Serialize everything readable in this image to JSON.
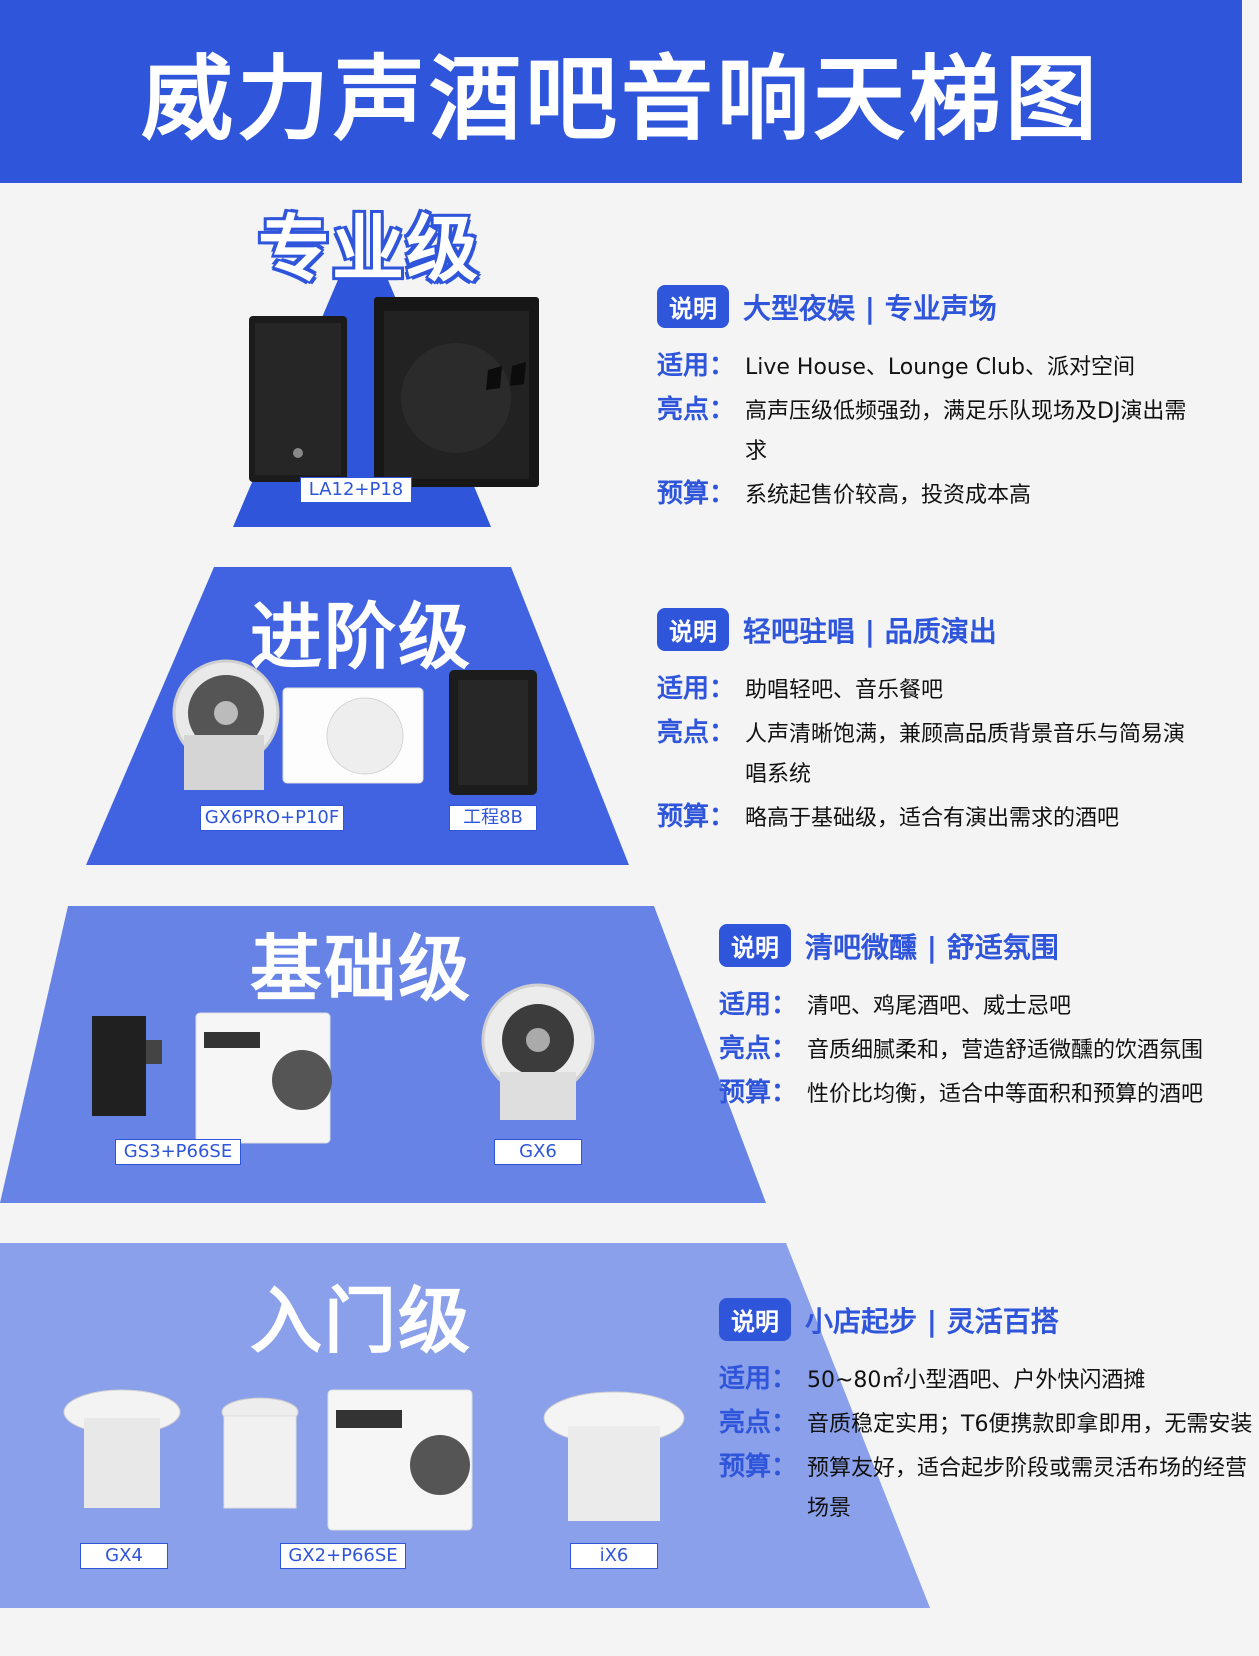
{
  "page_title": "威力声酒吧音响天梯图",
  "colors": {
    "primary": "#2f55db",
    "tier2": "#4163e1",
    "tier3": "#6683e5",
    "tier4": "#8aa0ea"
  },
  "badge_label": "说明",
  "tiers": [
    {
      "title": "专业级",
      "tagline": "大型夜娱 | 专业声场",
      "rows": [
        {
          "key": "适用：",
          "value": "Live House、Lounge Club、派对空间"
        },
        {
          "key": "亮点：",
          "value": "高声压级低频强劲，满足乐队现场及DJ演出需求"
        },
        {
          "key": "预算：",
          "value": "系统起售价较高，投资成本高"
        }
      ],
      "products": [
        "LA12+P18"
      ]
    },
    {
      "title": "进阶级",
      "tagline": "轻吧驻唱 | 品质演出",
      "rows": [
        {
          "key": "适用：",
          "value": "助唱轻吧、音乐餐吧"
        },
        {
          "key": "亮点：",
          "value": "人声清晰饱满，兼顾高品质背景音乐与简易演唱系统"
        },
        {
          "key": "预算：",
          "value": "略高于基础级，适合有演出需求的酒吧"
        }
      ],
      "products": [
        "GX6PRO+P10F",
        "工程8B"
      ]
    },
    {
      "title": "基础级",
      "tagline": "清吧微醺 | 舒适氛围",
      "rows": [
        {
          "key": "适用：",
          "value": "清吧、鸡尾酒吧、威士忌吧"
        },
        {
          "key": "亮点：",
          "value": "音质细腻柔和，营造舒适微醺的饮酒氛围"
        },
        {
          "key": "预算：",
          "value": "性价比均衡，适合中等面积和预算的酒吧"
        }
      ],
      "products": [
        "GS3+P66SE",
        "GX6"
      ]
    },
    {
      "title": "入门级",
      "tagline": "小店起步 | 灵活百搭",
      "rows": [
        {
          "key": "适用：",
          "value": "50~80㎡小型酒吧、户外快闪酒摊"
        },
        {
          "key": "亮点：",
          "value": "音质稳定实用；T6便携款即拿即用，无需安装"
        },
        {
          "key": "预算：",
          "value": "预算友好，适合起步阶段或需灵活布场的经营场景"
        }
      ],
      "products": [
        "GX4",
        "GX2+P66SE",
        "iX6"
      ]
    }
  ]
}
